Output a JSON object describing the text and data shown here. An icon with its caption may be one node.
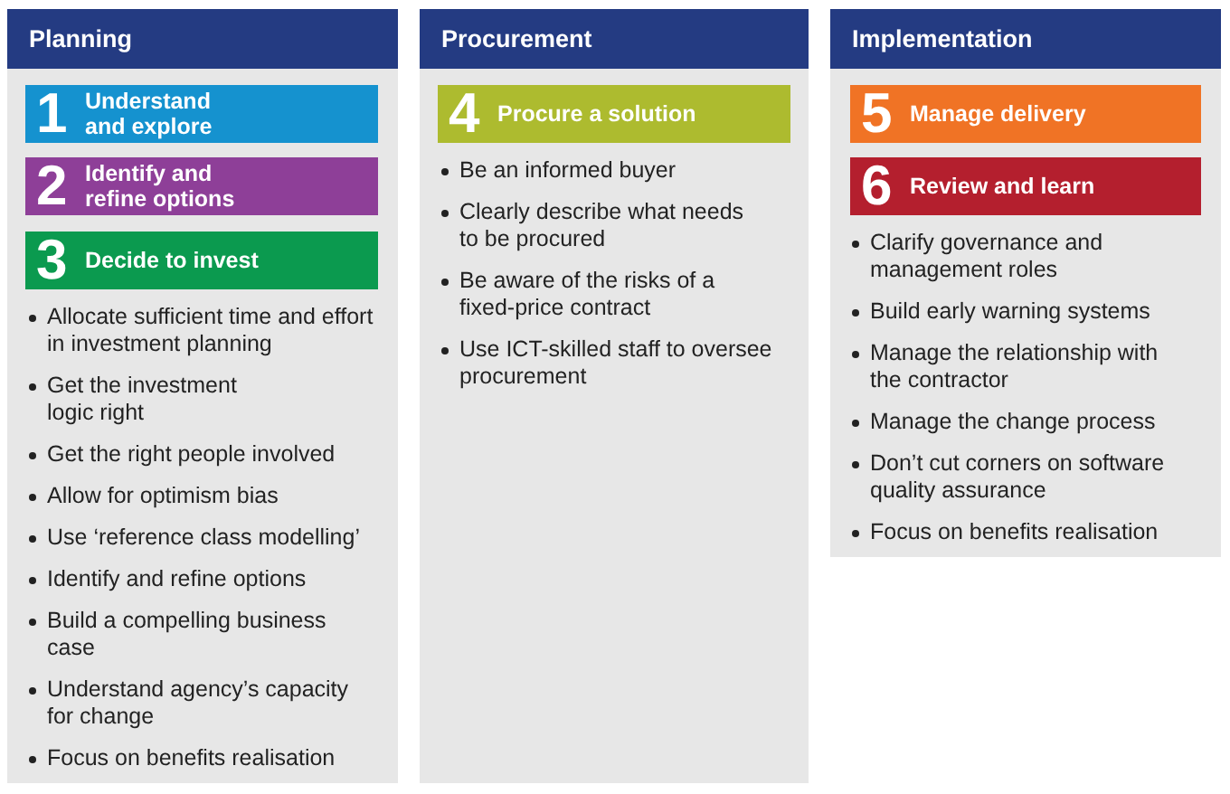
{
  "diagram": {
    "nodes": [
      {
        "text": [
          "Planning",
          "Allocate sufficient time and effort in investment planning",
          "Get the investment logic right",
          "Get the right people involved",
          "Allow for optimism bias",
          "Use ‘reference class modelling’",
          "Identify and refine options",
          "Build a compelling business case",
          "Understand agency’s capacity for change",
          "Focus on benefits realisation"
        ]
      },
      {
        "text": [
          "1",
          "Understand and explore"
        ],
        "in": 0
      },
      {
        "text": [
          "2",
          "Identify and refine options"
        ],
        "in": 0
      },
      {
        "text": [
          "3",
          "Decide to invest"
        ],
        "in": 0
      },
      {
        "text": [
          "Procurement",
          "Be an informed buyer",
          "Clearly describe what needs to be procured",
          "Be aware of the risks of a fixed-price contract",
          "Use ICT-skilled staff to oversee procurement"
        ]
      },
      {
        "text": [
          "4",
          "Procure a solution"
        ],
        "in": 4
      },
      {
        "text": [
          "Implementation",
          "Clarify governance and management roles",
          "Build early warning systems",
          "Manage the relationship with the contractor",
          "Manage the change process",
          "Don’t cut corners on software quality assurance",
          "Focus on benefits realisation"
        ]
      },
      {
        "text": [
          "5",
          "Manage delivery"
        ],
        "in": 6
      },
      {
        "text": [
          "6",
          "Review and learn"
        ],
        "in": 6
      }
    ]
  }
}
